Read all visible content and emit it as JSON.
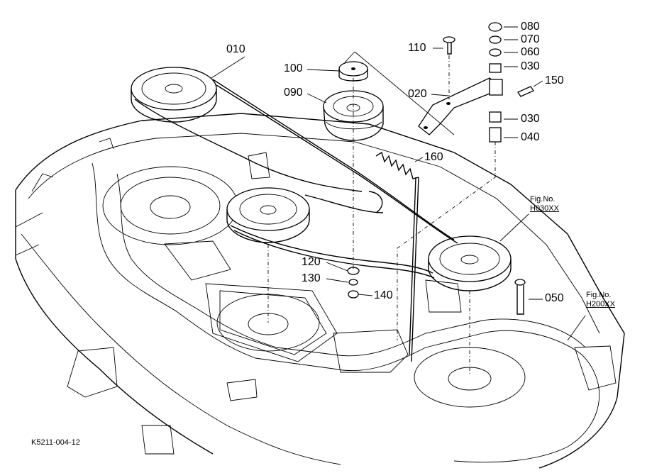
{
  "labels": {
    "p010": "010",
    "p020": "020",
    "p030a": "030",
    "p030b": "030",
    "p040": "040",
    "p050": "050",
    "p060": "060",
    "p070": "070",
    "p080": "080",
    "p090": "090",
    "p100": "100",
    "p110": "110",
    "p120": "120",
    "p130": "130",
    "p140": "140",
    "p150": "150",
    "p160": "160"
  },
  "refs": {
    "fig1_caption": "Fig.No.",
    "fig1_id": "H030XX",
    "fig2_caption": "Fig.No.",
    "fig2_id": "H200XX"
  },
  "drawing_id": "K5211-004-12"
}
